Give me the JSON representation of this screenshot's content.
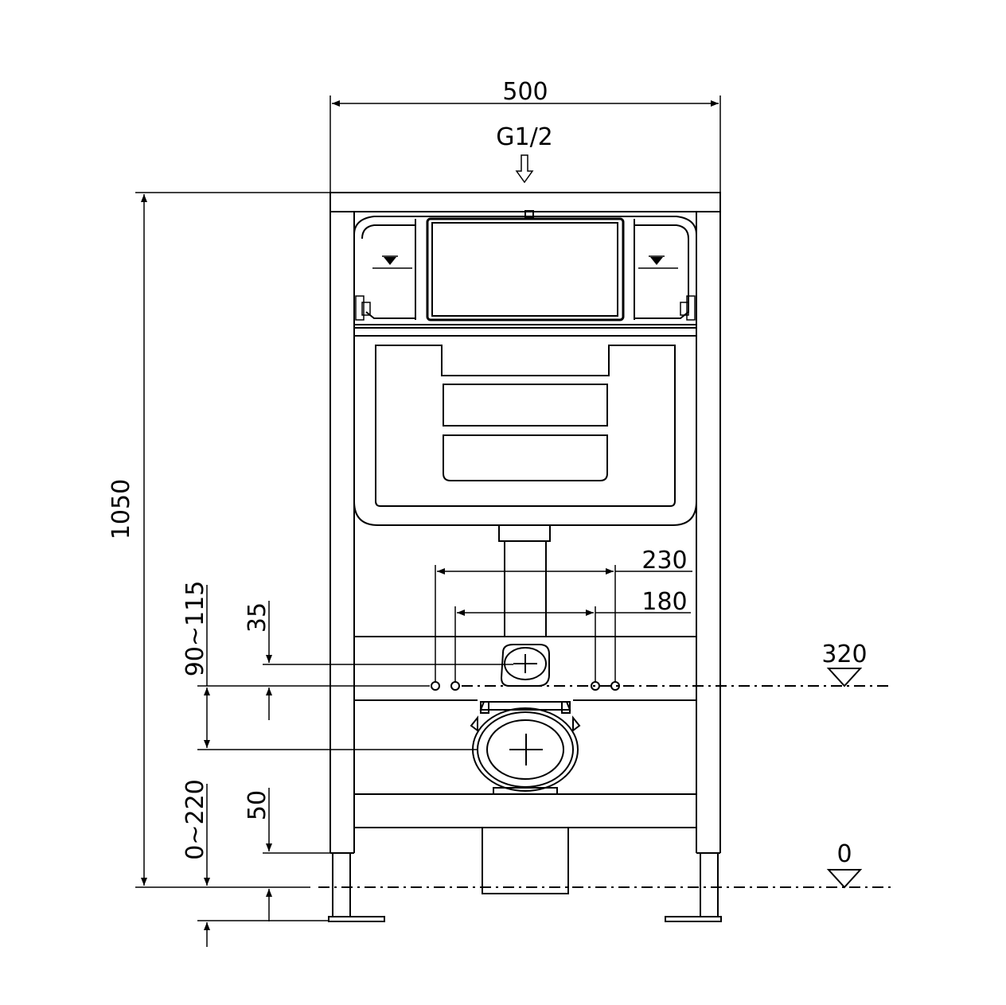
{
  "diagram": {
    "dimensions": {
      "width": "500",
      "inlet": "G1/2",
      "height": "1050",
      "bolt_outer": "230",
      "bolt_inner": "180",
      "waste_height_range": "90~115",
      "offset_35": "35",
      "frame_height_adjust": "0~220",
      "offset_50": "50",
      "level_320": "320",
      "level_0": "0"
    }
  }
}
